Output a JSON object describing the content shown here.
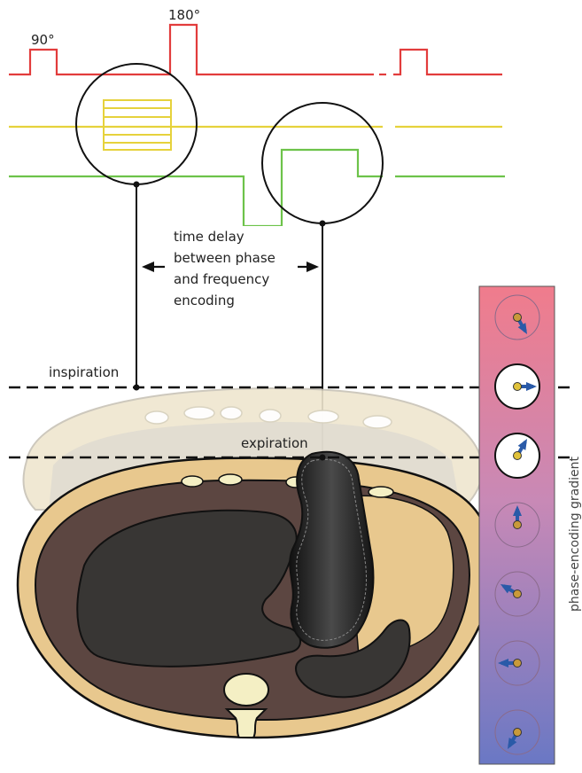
{
  "labels": {
    "pulse_90": "90°",
    "pulse_180": "180°",
    "time_delay_lines": [
      "time delay",
      "between phase",
      "and frequency",
      "encoding"
    ],
    "inspiration": "inspiration",
    "expiration": "expiration",
    "phase_encoding_gradient": "phase-encoding gradient"
  },
  "colors": {
    "rf_line": "#e23c3c",
    "phase_line": "#e6d23c",
    "freq_line": "#6dc34a",
    "body_fat": "#e8c88e",
    "body_fat_faded": "#efe6cf",
    "muscle": "#5c4641",
    "organ_dark": "#383634",
    "lung": "#e8c88e",
    "bone": "#f4efc4",
    "gradient_top": "#f07c8c",
    "gradient_bottom": "#6a78c4",
    "arrow": "#2a5aa8",
    "spin_dot": "#c99a3a"
  },
  "phase_panel": {
    "spins": [
      {
        "angle_deg": 60,
        "highlight": false
      },
      {
        "angle_deg": 0,
        "highlight": true
      },
      {
        "angle_deg": -60,
        "highlight": true
      },
      {
        "angle_deg": -90,
        "highlight": false
      },
      {
        "angle_deg": -150,
        "highlight": false
      },
      {
        "angle_deg": 180,
        "highlight": false
      },
      {
        "angle_deg": 120,
        "highlight": false
      }
    ]
  }
}
